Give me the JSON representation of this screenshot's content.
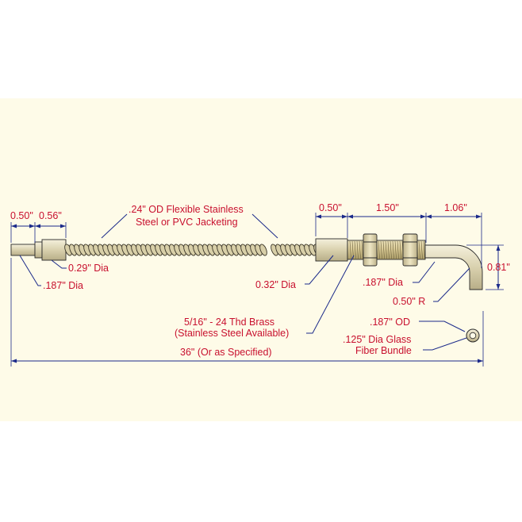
{
  "colors": {
    "background": "#fefbe8",
    "text": "#c8102e",
    "dimension_lines": "#1b2a8a",
    "part_outline": "#2a2a2a",
    "brass": "#d9cc9a",
    "steel": "#ddd6b8"
  },
  "labels": {
    "dim_050_left": "0.50\"",
    "dim_056": "0.56\"",
    "jacket_line1": ".24\" OD Flexible Stainless",
    "jacket_line2": "Steel or PVC Jacketing",
    "dia_029": "0.29\" Dia",
    "dia_0187_left": ".187\" Dia",
    "dia_032": "0.32\" Dia",
    "dim_050_right": "0.50\"",
    "dim_150": "1.50\"",
    "dim_106": "1.06\"",
    "dim_081": "0.81\"",
    "dia_0187_right": ".187\" Dia",
    "radius_050": "0.50\" R",
    "thread_line1": "5/16\" - 24 Thd Brass",
    "thread_line2": "(Stainless Steel Available)",
    "od_0187": ".187\" OD",
    "bundle_line1": ".125\" Dia Glass",
    "bundle_line2": "Fiber Bundle",
    "overall_length": "36\" (Or as Specified)"
  },
  "icons": [
    "flexible-jacket-coil",
    "hex-nut",
    "bent-probe-tip",
    "end-view-ring"
  ]
}
